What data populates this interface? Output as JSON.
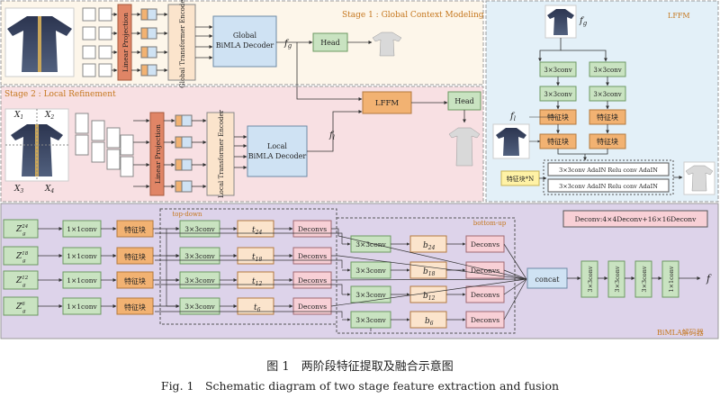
{
  "stage1": {
    "title": "Stage 1 : Global Context Modeling",
    "linear_projection": "Linear Projection",
    "encoder": "Global Transformer Encoder",
    "decoder_line1": "Global",
    "decoder_line2": "BiMLA Decoder",
    "output": "f",
    "output_sub": "g",
    "head": "Head"
  },
  "stage2": {
    "title": "Stage 2 : Local Refinement",
    "crop_labels": [
      "X",
      "X",
      "X",
      "X"
    ],
    "crop_subs": [
      "1",
      "2",
      "3",
      "4"
    ],
    "linear_projection": "Linear Projection",
    "encoder": "Local Transformer Encoder",
    "decoder_line1": "Local",
    "decoder_line2": "BiMLA Decoder",
    "output": "f",
    "output_sub": "l",
    "lffm": "LFFM",
    "head": "Head"
  },
  "lffm_panel": {
    "title": "LFFM",
    "input_g": "f",
    "input_g_sub": "g",
    "input_l": "f",
    "input_l_sub": "l",
    "conv": "3×3conv",
    "feature_block": "特征块",
    "repeat_label": "特征块*N",
    "fusion_rows": [
      "3×3conv AdaIN Relu conv AdaIN",
      "3×3conv AdaIN Relu conv AdaIN"
    ]
  },
  "bimla": {
    "panel_title": "BiMLA解码器",
    "legend": "Deconv:4×4Deconv+16×16Deconv",
    "inputs": [
      {
        "base": "Z",
        "sup": "24",
        "sub": "g"
      },
      {
        "base": "Z",
        "sup": "18",
        "sub": "g"
      },
      {
        "base": "Z",
        "sup": "12",
        "sub": "g"
      },
      {
        "base": "Z",
        "sup": "6",
        "sub": "g"
      }
    ],
    "conv1": "1×1conv",
    "feature_block": "特征块",
    "top_down": "top-down",
    "bottom_up": "bottom-up",
    "conv3": "3×3conv",
    "t_labels": [
      {
        "base": "t",
        "sub": "24"
      },
      {
        "base": "t",
        "sub": "18"
      },
      {
        "base": "t",
        "sub": "12"
      },
      {
        "base": "t",
        "sub": "6"
      }
    ],
    "b_labels": [
      {
        "base": "b",
        "sub": "24"
      },
      {
        "base": "b",
        "sub": "18"
      },
      {
        "base": "b",
        "sub": "12"
      },
      {
        "base": "b",
        "sub": "6"
      }
    ],
    "deconv": "Deconvs",
    "concat": "concat",
    "final_convs": [
      "3×3conv",
      "3×3conv",
      "3×3conv",
      "1×1conv"
    ],
    "output": "f"
  },
  "caption": {
    "cn": "图 1　两阶段特征提取及融合示意图",
    "en": "Fig. 1　Schematic diagram of two stage feature extraction and fusion"
  },
  "colors": {
    "stage1_bg": "#fdf6ea",
    "stage2_bg": "#f8e0e3",
    "lffm_bg": "#e3f0f8",
    "bimla_bg": "#ddd3ea",
    "green": "#c9e3c1",
    "orange": "#f2b272",
    "blue": "#cfe2f3",
    "pink": "#f8d0d6",
    "peach": "#fbe4cc",
    "linear": "#e08566",
    "feature_block_yellow": "#fff2a6"
  }
}
